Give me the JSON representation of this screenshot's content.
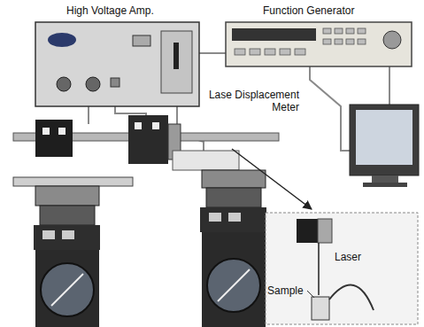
{
  "diagram": {
    "labels": [
      "High Voltage Amp.",
      "Function Generator",
      "Lase Displacement Meter",
      "Laser",
      "Sample"
    ]
  }
}
